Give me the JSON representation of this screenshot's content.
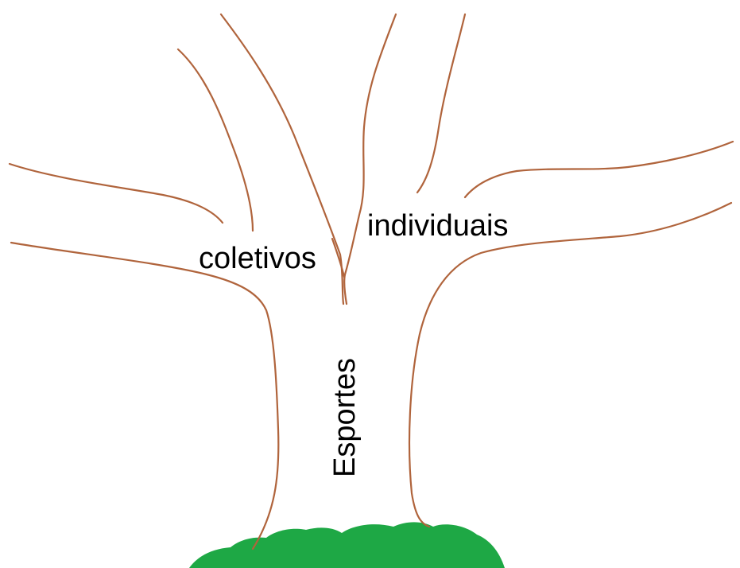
{
  "diagram": {
    "trunk_label": "Esportes",
    "branch_left_label": "coletivos",
    "branch_right_label": "individuais"
  },
  "colors": {
    "branch": "#b0643c",
    "grass": "#1ea845",
    "text": "#000000",
    "background": "#ffffff"
  }
}
